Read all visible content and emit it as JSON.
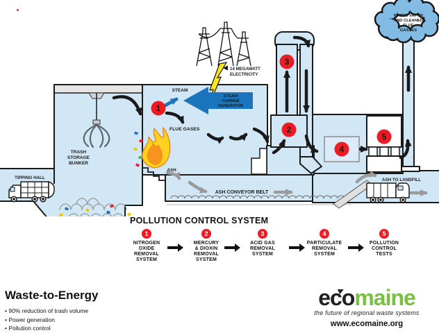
{
  "colors": {
    "plant_blue": "#d2e7f6",
    "cloud_blue": "#82bbe4",
    "accent_red": "#ed1c24",
    "turbine_blue": "#1b75bc",
    "bolt_yellow": "#ffe81a",
    "navy_text": "#2b3990",
    "brand_green": "#7ac143"
  },
  "diagram": {
    "cloud": {
      "l1": "WATER VAPOR",
      "l2": "AND CLEANED",
      "l3": "FLUE",
      "l4": "GASSES"
    },
    "electricity": {
      "l1": "14 MEGAWATT",
      "l2": "ELECTRICITY"
    },
    "steam_label": "STEAM",
    "turbine": {
      "l1": "STEAM",
      "l2": "TURBINE",
      "l3": "GENERATOR"
    },
    "flue_gases_label": "FLUE GASES",
    "bunker": {
      "l1": "TRASH",
      "l2": "STORAGE",
      "l3": "BUNKER"
    },
    "tipping_hall_label": "TIPPING HALL",
    "ash_label": "ASH",
    "conveyor_label": "ASH CONVEYOR BELT",
    "landfill_label": "ASH TO LANDFILL",
    "markers": {
      "m1": "1",
      "m2": "2",
      "m3": "3",
      "m4": "4",
      "m5": "5"
    }
  },
  "pollution": {
    "title": "POLLUTION CONTROL SYSTEM",
    "steps": [
      {
        "num": "1",
        "lines": [
          "NITROGEN",
          "OXIDE",
          "REMOVAL",
          "SYSTEM"
        ]
      },
      {
        "num": "2",
        "lines": [
          "MERCURY",
          "& DIOXIN",
          "REMOVAL",
          "SYSTEM"
        ]
      },
      {
        "num": "3",
        "lines": [
          "ACID GAS",
          "REMOVAL",
          "SYSTEM"
        ]
      },
      {
        "num": "4",
        "lines": [
          "PARTICULATE",
          "REMOVAL",
          "SYSTEM"
        ]
      },
      {
        "num": "5",
        "lines": [
          "POLLUTION",
          "CONTROL",
          "TESTS"
        ]
      }
    ]
  },
  "footer": {
    "title": "Waste-to-Energy",
    "bullets": [
      "90% reduction of trash volume",
      "Power generation",
      "Pollution control"
    ],
    "brand": {
      "eco": "ec",
      "o": "o",
      "maine": "maine",
      "tagline": "the future of regional waste systems",
      "url": "www.ecomaine.org"
    }
  }
}
